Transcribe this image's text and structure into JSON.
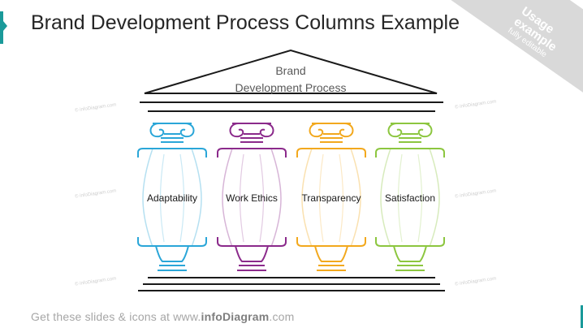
{
  "header": {
    "title": "Brand Development Process Columns Example"
  },
  "ribbon": {
    "line1": "Usage",
    "line2": "example",
    "line3": "fully editable"
  },
  "roof": {
    "line1": "Brand",
    "line2": "Development Process"
  },
  "columns": [
    {
      "label": "Adaptability",
      "color": "#2aa6d8"
    },
    {
      "label": "Work Ethics",
      "color": "#8b2a8b"
    },
    {
      "label": "Transparency",
      "color": "#f2a81d"
    },
    {
      "label": "Satisfaction",
      "color": "#8cc63f"
    }
  ],
  "watermark": "© infoDiagram.com",
  "footer": {
    "prefix": "Get these slides & icons at www.",
    "brand": "infoDiagram",
    "suffix": ".com"
  }
}
